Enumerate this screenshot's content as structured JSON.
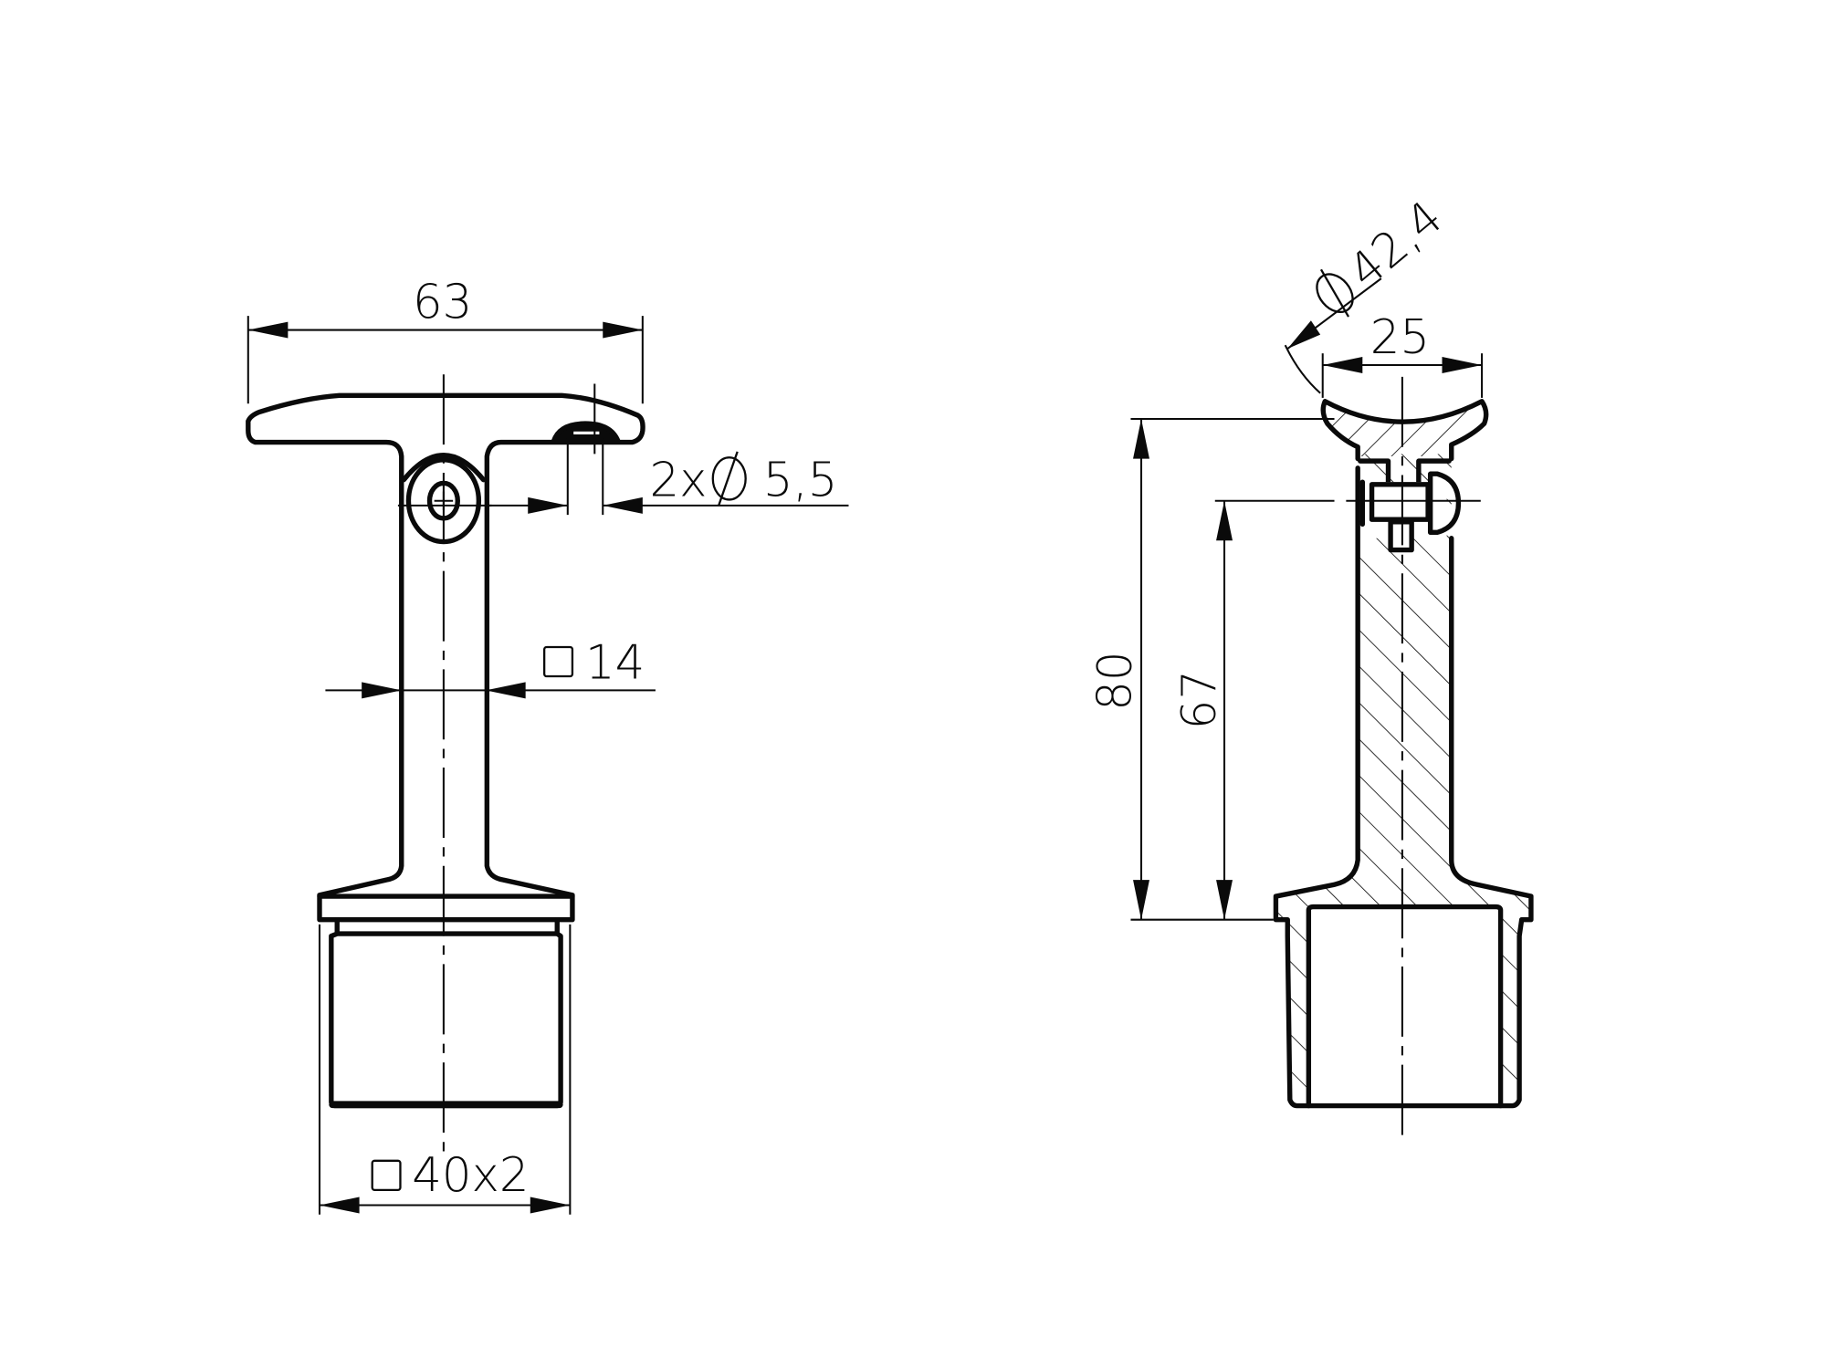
{
  "drawing": {
    "type": "technical drawing - handrail support bracket",
    "background": "#ffffff",
    "line_color": "#0a0a0a",
    "views": [
      {
        "name": "front-view",
        "dimensions": {
          "width_top": "63",
          "holes": "2x",
          "hole_diameter": "5,5",
          "stem_square": "14",
          "tube_square": "40x2"
        }
      },
      {
        "name": "side-section-view",
        "dimensions": {
          "saddle_diameter": "42,4",
          "saddle_width": "25",
          "total_height": "80",
          "pivot_height": "67"
        }
      }
    ]
  },
  "labels": {
    "dim_63": "63",
    "dim_holes_prefix": "2x",
    "dim_holes_value": "5,5",
    "dim_14": "14",
    "dim_40x2": "40x2",
    "dim_42_4": "42,4",
    "dim_25": "25",
    "dim_80": "80",
    "dim_67": "67"
  },
  "icons": {
    "diameter_symbol": "Ø",
    "square_symbol": "□"
  }
}
